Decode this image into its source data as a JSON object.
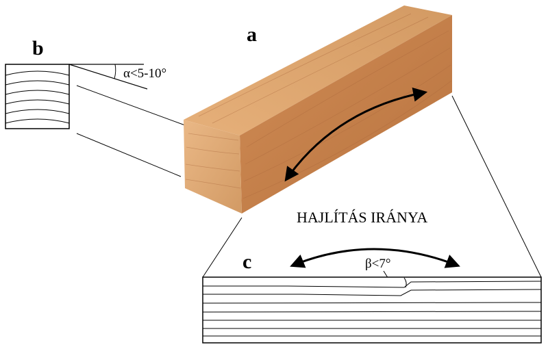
{
  "labels": {
    "a": "a",
    "b": "b",
    "c": "c",
    "alpha": "α<5-10°",
    "beta": "β<7°",
    "direction": "HAJLÍTÁS IRÁNYA"
  },
  "colors": {
    "wood_top": "#d9a06a",
    "wood_front": "#c9834e",
    "wood_end": "#e2ad78",
    "line": "#000000"
  }
}
